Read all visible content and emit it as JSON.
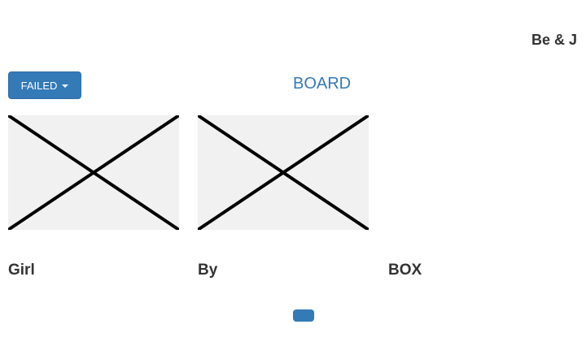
{
  "header": {
    "brand": "Be & J"
  },
  "toolbar": {
    "dropdown_label": "FAILED",
    "board_link": "BOARD"
  },
  "items": [
    {
      "title": "Girl",
      "image": "broken-image-icon"
    },
    {
      "title": "By",
      "image": "broken-image-icon"
    },
    {
      "title": "BOX"
    }
  ],
  "pagination": {
    "active_indicator": "pagination-dot"
  },
  "colors": {
    "primary": "#337ab7",
    "placeholder_bg": "#f1f1f1",
    "text": "#333333"
  }
}
